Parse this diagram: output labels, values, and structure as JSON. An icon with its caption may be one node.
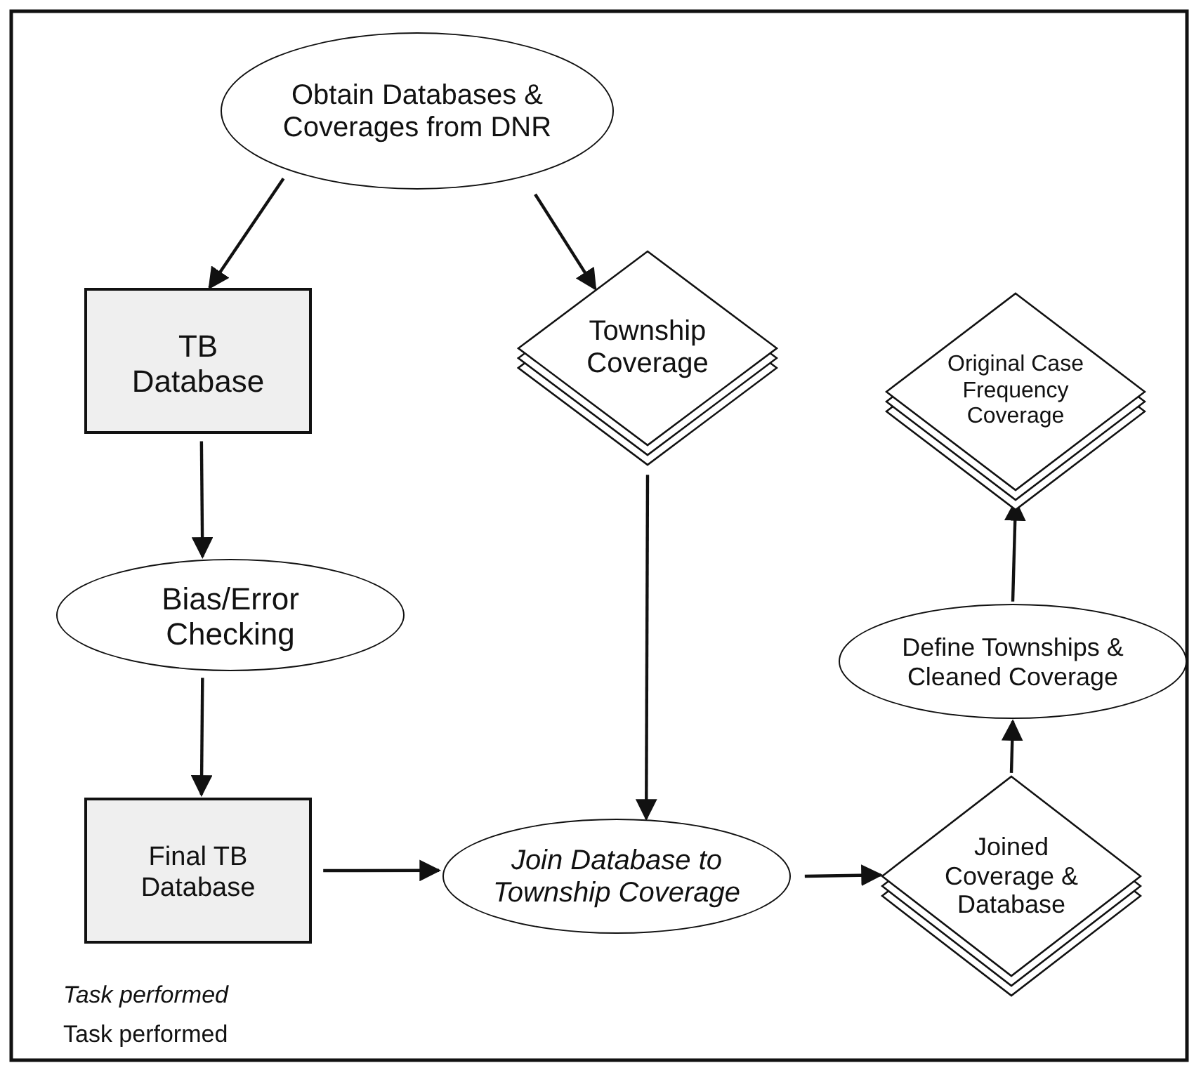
{
  "diagram": {
    "nodes": [
      {
        "text": [
          "Obtain Databases & Coverages from DNR"
        ]
      },
      {
        "text": [
          "TB Database"
        ]
      },
      {
        "text": [
          "Township Coverage"
        ]
      },
      {
        "text": [
          "Original Case Frequency Coverage"
        ]
      },
      {
        "text": [
          "Bias/Error Checking"
        ]
      },
      {
        "text": [
          "Define Townships & Cleaned Coverage"
        ]
      },
      {
        "text": [
          "Final TB Database"
        ]
      },
      {
        "text": [
          "Join Database to Township Coverage"
        ]
      },
      {
        "text": [
          "Joined Coverage & Database"
        ]
      }
    ],
    "edges": [
      {
        "from": 0,
        "to": 1,
        "arrow": "to"
      },
      {
        "from": 0,
        "to": 2,
        "arrow": "to"
      },
      {
        "from": 1,
        "to": 4,
        "arrow": "to"
      },
      {
        "from": 4,
        "to": 6,
        "arrow": "to"
      },
      {
        "from": 2,
        "to": 7,
        "arrow": "to"
      },
      {
        "from": 6,
        "to": 7,
        "arrow": "to"
      },
      {
        "from": 7,
        "to": 8,
        "arrow": "to"
      },
      {
        "from": 8,
        "to": 5,
        "arrow": "to"
      },
      {
        "from": 5,
        "to": 3,
        "arrow": "to"
      }
    ],
    "labels": [
      "Task performed",
      "Task performed"
    ]
  }
}
